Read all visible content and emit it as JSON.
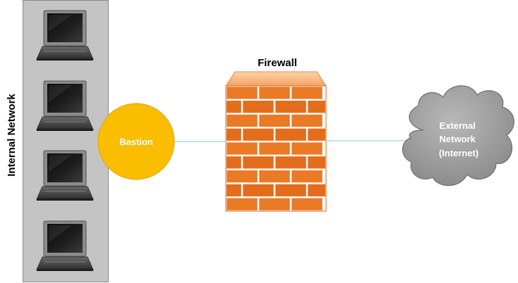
{
  "internal_network": {
    "label": "Internal Network",
    "laptop_count": 4
  },
  "bastion": {
    "label": "Bastion"
  },
  "firewall": {
    "label": "Firewall"
  },
  "external": {
    "lines": [
      "External",
      "Network",
      "(Internet)"
    ]
  },
  "colors": {
    "panel": "#c4c4c4",
    "bastion": "#fbbd00",
    "brick": "#e8731e",
    "mortar": "#ffffff",
    "cloud": "#9b9b9b",
    "link": "#c9dfea"
  }
}
